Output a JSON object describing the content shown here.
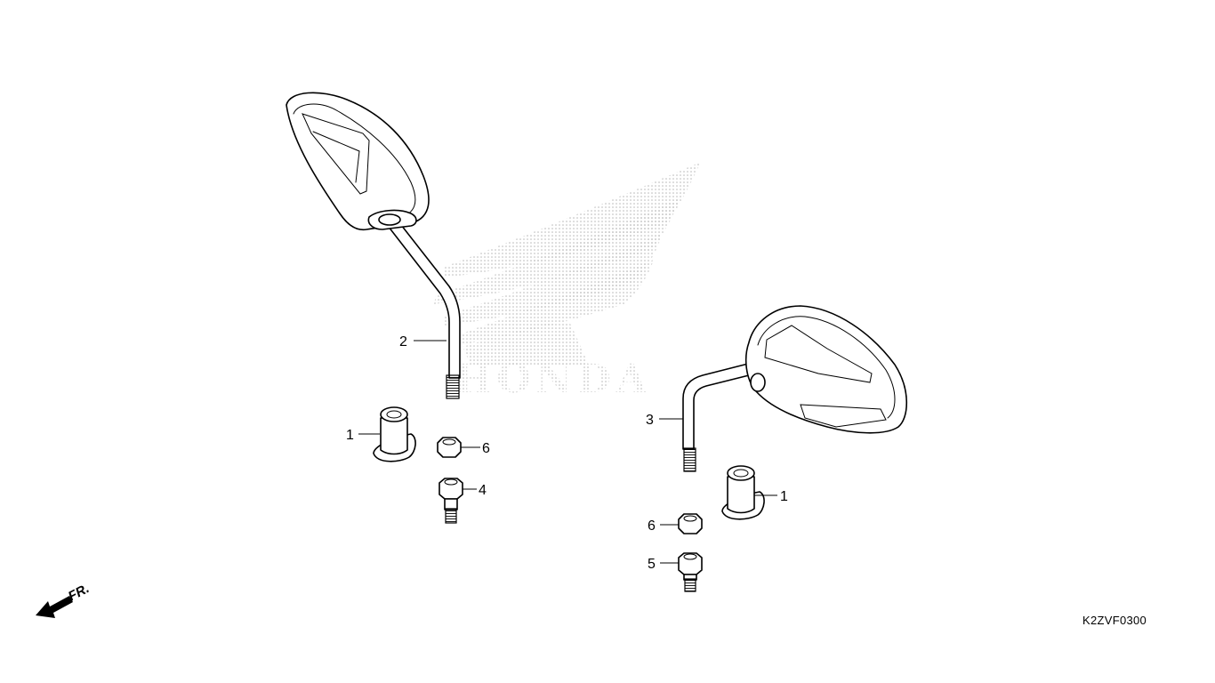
{
  "diagram": {
    "drawing_code": "K2ZVF0300",
    "front_indicator": "FR.",
    "watermark": {
      "brand_text": "HONDA",
      "icon": "honda-wing-logo"
    },
    "callouts": [
      {
        "id": "callout-1-left",
        "label": "1"
      },
      {
        "id": "callout-2",
        "label": "2"
      },
      {
        "id": "callout-6-left",
        "label": "6"
      },
      {
        "id": "callout-4",
        "label": "4"
      },
      {
        "id": "callout-3",
        "label": "3"
      },
      {
        "id": "callout-1-right",
        "label": "1"
      },
      {
        "id": "callout-6-right",
        "label": "6"
      },
      {
        "id": "callout-5",
        "label": "5"
      }
    ],
    "colors": {
      "line": "#000000",
      "watermark": "#b3b3b3",
      "background": "#ffffff"
    }
  }
}
